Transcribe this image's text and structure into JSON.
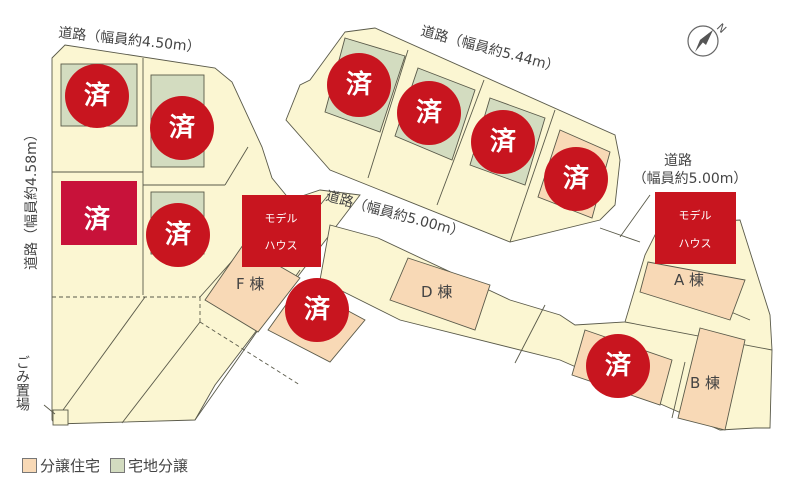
{
  "roads": {
    "north_left": "道路（幅員約4.50m）",
    "north_right": "道路（幅員約5.44m）",
    "west": "道路（幅員約4.58m）",
    "middle": "道路（幅員約5.00m）",
    "east_line1": "道路",
    "east_line2": "（幅員約5.00m）"
  },
  "sold_marker": "済",
  "model_house": {
    "line1": "モデル",
    "line2": "ハウス"
  },
  "buildings": {
    "A": "A 棟",
    "B": "B 棟",
    "D": "D 棟",
    "F": "F 棟"
  },
  "garbage_area": "ごみ置場",
  "compass": {
    "label": "N"
  },
  "legend": {
    "items": [
      {
        "label": "分譲住宅",
        "color": "#f8d9b6"
      },
      {
        "label": "宅地分譲",
        "color": "#d3dcc0"
      }
    ]
  },
  "colors": {
    "sold": "#c8151f",
    "lot": "#fbf6d2",
    "house": "#f8d9b6",
    "land": "#d3dcc0"
  }
}
